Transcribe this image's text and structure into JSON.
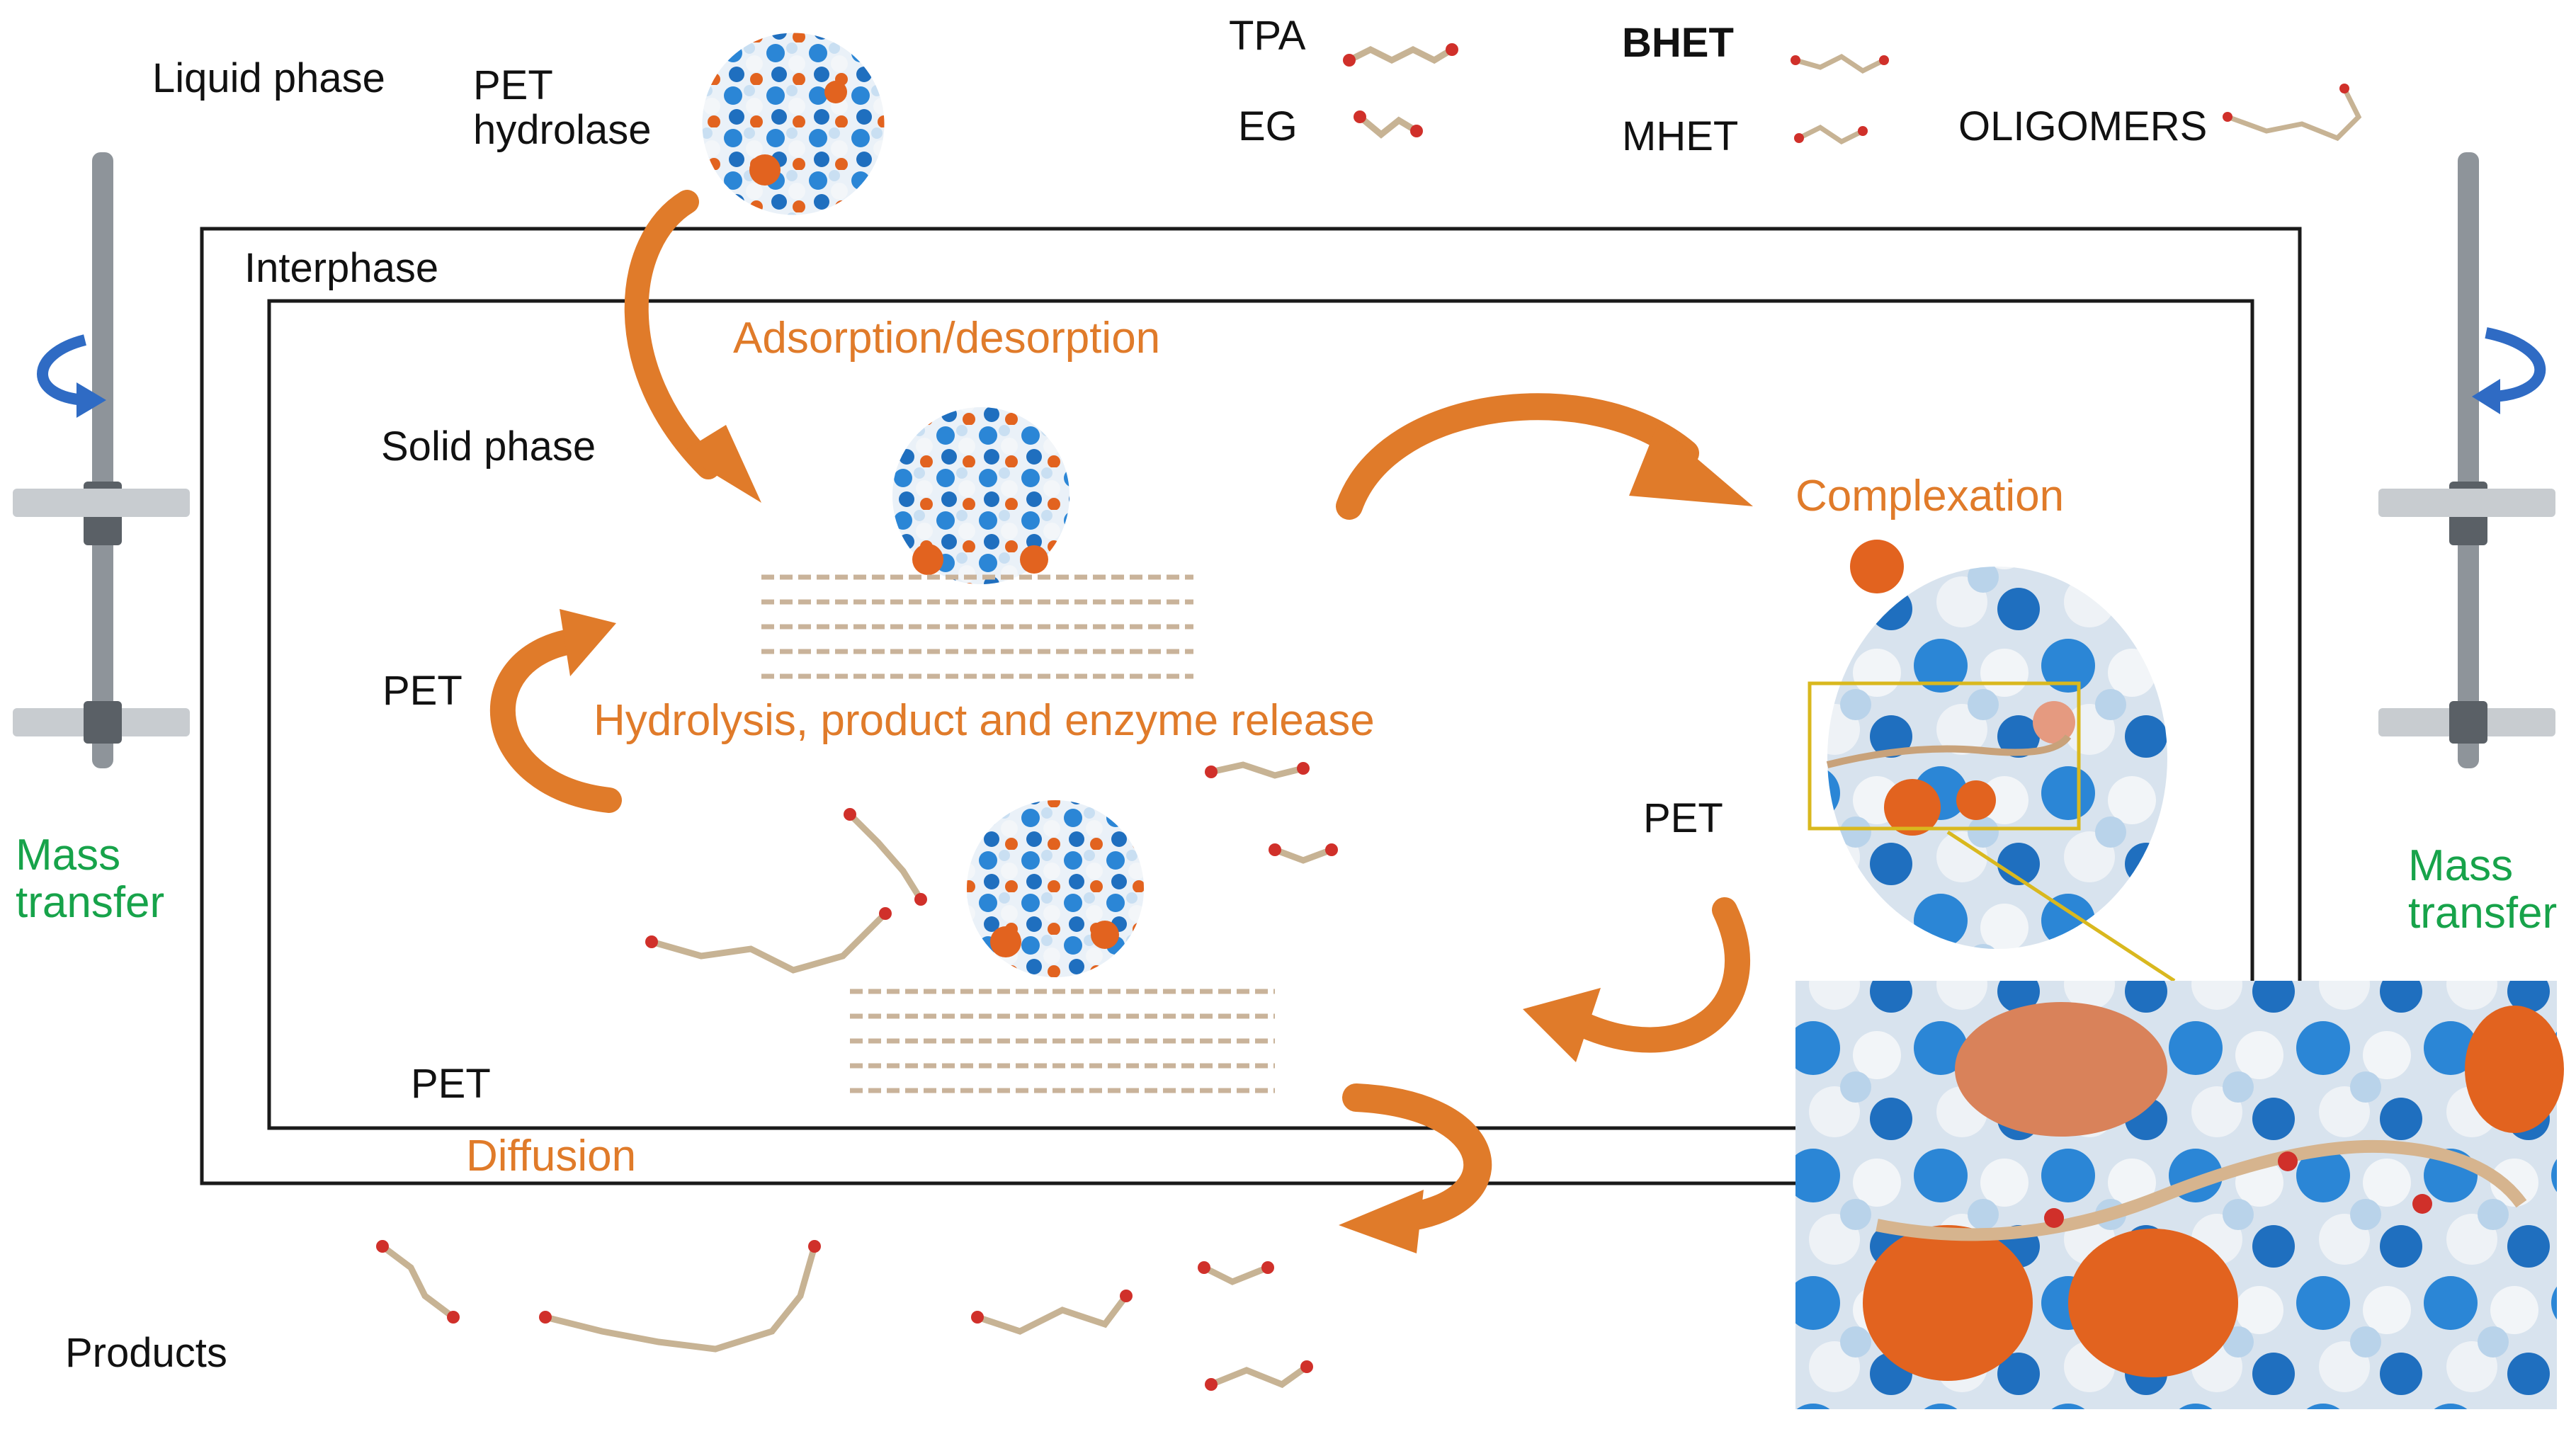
{
  "labels": {
    "liquid_phase": "Liquid phase",
    "pet_hydrolase": "PET\nhydrolase",
    "interphase": "Interphase",
    "solid_phase": "Solid  phase",
    "adsorption": "Adsorption/desorption",
    "complexation": "Complexation",
    "hydrolysis": "Hydrolysis, product and enzyme release",
    "diffusion": "Diffusion",
    "products": "Products",
    "pet_left": "PET",
    "pet_right": "PET",
    "pet_bottom": "PET",
    "mass_transfer_left": "Mass\ntransfer",
    "mass_transfer_right": "Mass\ntransfer"
  },
  "legend": [
    {
      "label": "TPA",
      "icon": "tpa-molecule-icon"
    },
    {
      "label": "EG",
      "icon": "eg-molecule-icon"
    },
    {
      "label": "BHET",
      "icon": "bhet-molecule-icon"
    },
    {
      "label": "MHET",
      "icon": "mhet-molecule-icon"
    },
    {
      "label": "OLIGOMERS",
      "icon": "oligomers-molecule-icon"
    }
  ],
  "colors": {
    "arrow_orange": "#e07b2a",
    "arrow_blue": "#2f6bc4",
    "mass_transfer_green": "#17a34a",
    "protein_blue": "#2b86d6",
    "protein_orange": "#e2631f",
    "protein_white": "#eef3f8",
    "zoom_box_yellow": "#d9b81e"
  }
}
